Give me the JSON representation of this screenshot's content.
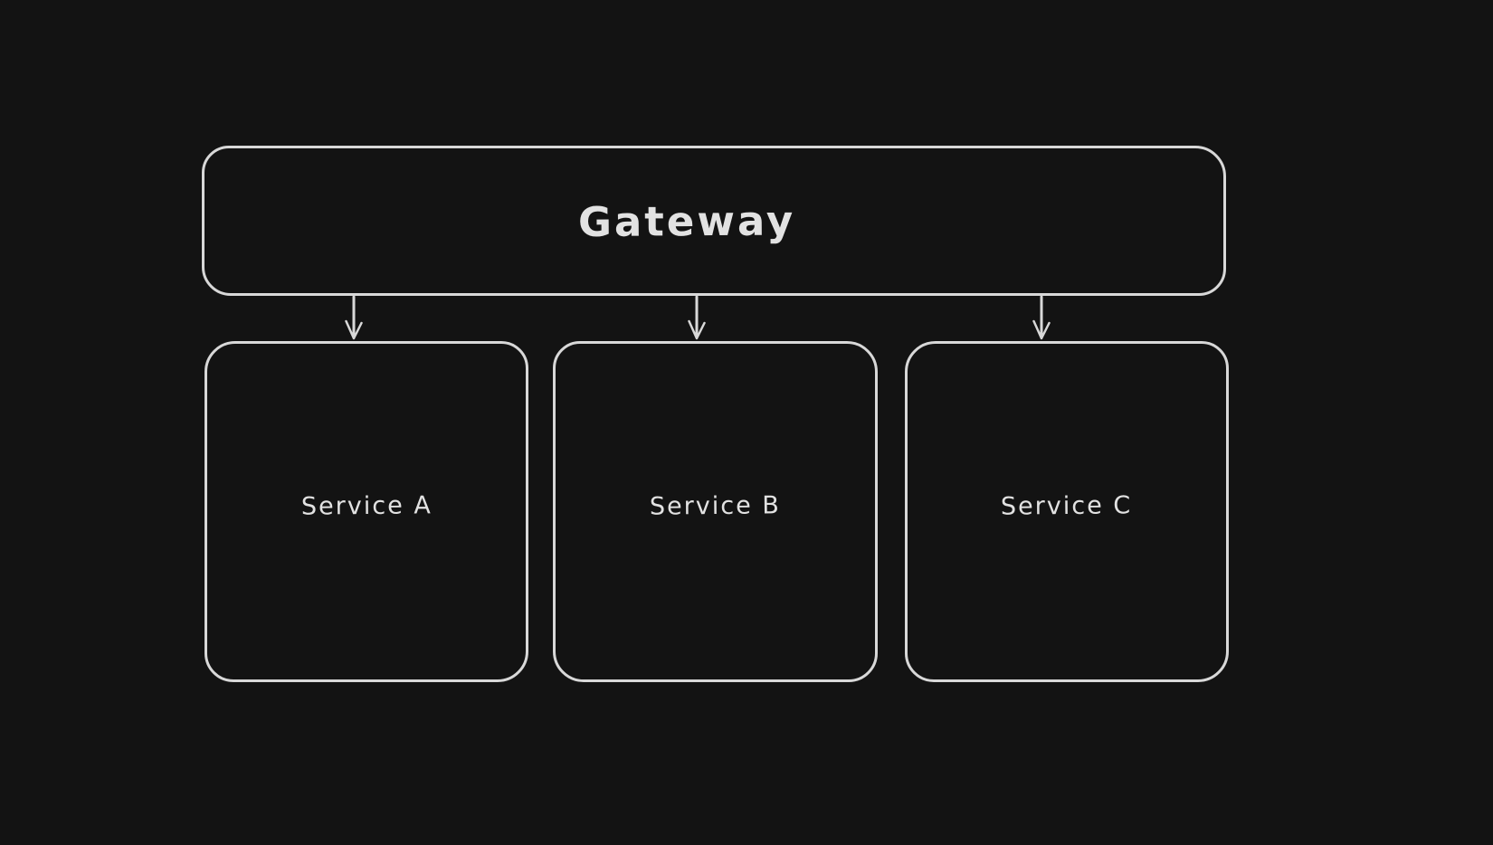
{
  "canvas": {
    "background_color": "#131313",
    "stroke_color": "#d8d8d8",
    "text_color": "#e2e2e2"
  },
  "diagram": {
    "kind": "architecture-diagram",
    "nodes": [
      {
        "id": "gateway",
        "label": "Gateway",
        "shape": "rounded-rectangle"
      },
      {
        "id": "service-a",
        "label": "Service A",
        "shape": "rounded-rectangle"
      },
      {
        "id": "service-b",
        "label": "Service B",
        "shape": "rounded-rectangle"
      },
      {
        "id": "service-c",
        "label": "Service C",
        "shape": "rounded-rectangle"
      }
    ],
    "edges": [
      {
        "from": "Gateway",
        "to": "Service A",
        "style": "arrow-down"
      },
      {
        "from": "Gateway",
        "to": "Service B",
        "style": "arrow-down"
      },
      {
        "from": "Gateway",
        "to": "Service C",
        "style": "arrow-down"
      }
    ]
  }
}
